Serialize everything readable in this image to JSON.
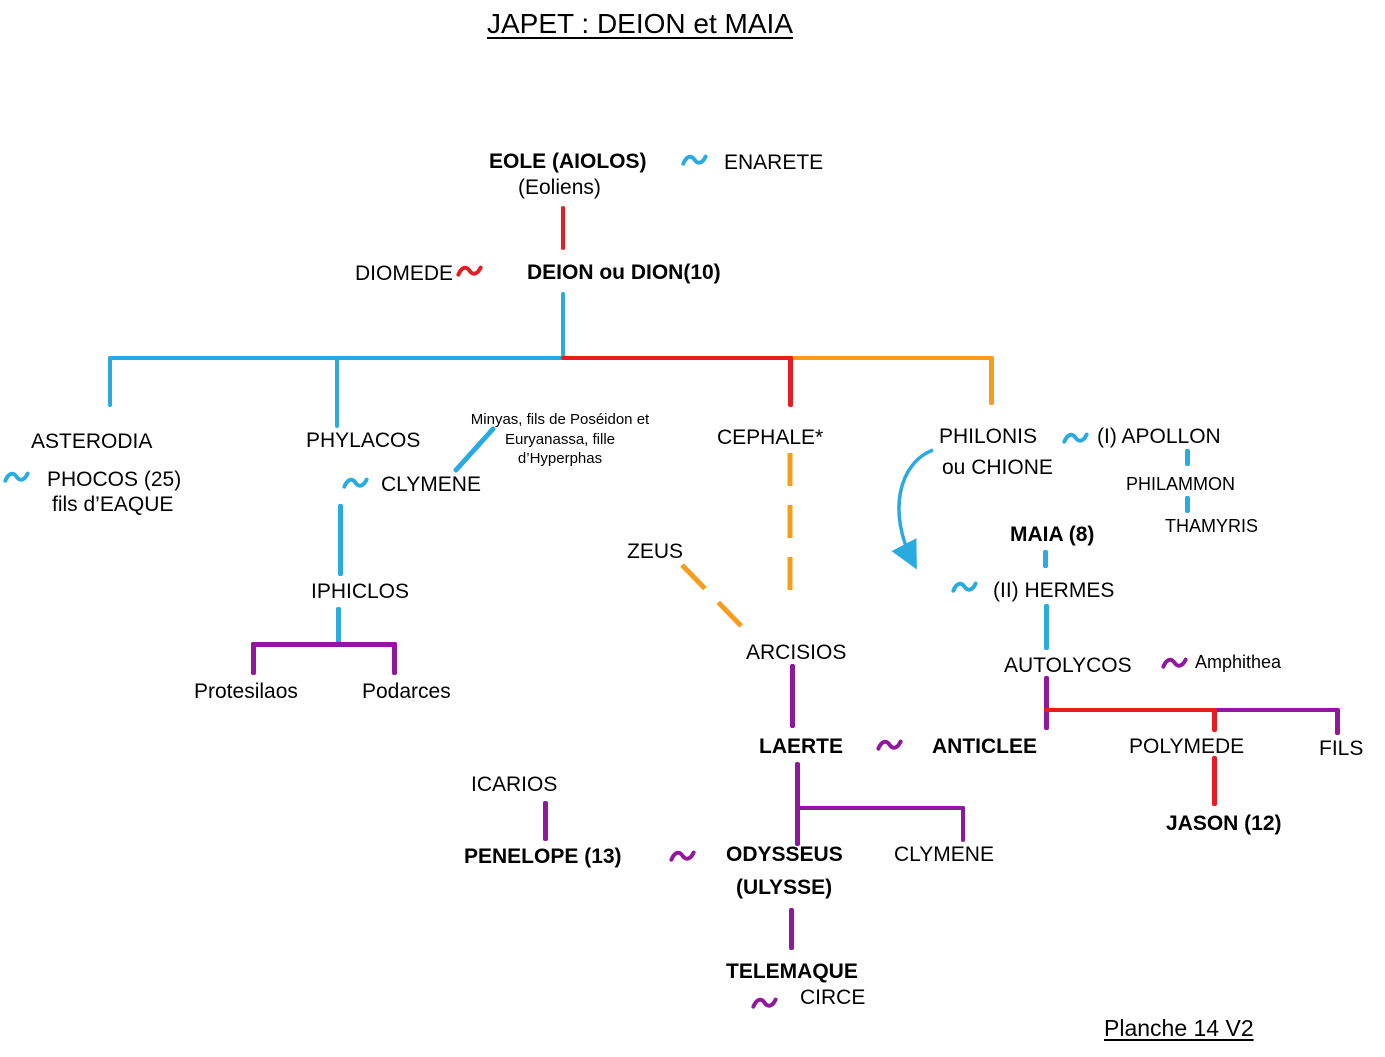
{
  "title": "JAPET : DEION et MAIA",
  "footer": "Planche 14 V2",
  "colors": {
    "blue": "#29ABE2",
    "red": "#E81B23",
    "orange": "#F79C1D",
    "purple": "#90189C"
  },
  "nodes": {
    "eole": "EOLE (AIOLOS)",
    "eoliens": "(Eoliens)",
    "enarete": "ENARETE",
    "diomede": "DIOMEDE",
    "deion": "DEION ou DION(10)",
    "asterodia": "ASTERODIA",
    "phocos": "PHOCOS (25)",
    "phocos_note": "fils d’EAQUE",
    "phylacos": "PHYLACOS",
    "clymene1": "CLYMENE",
    "minyas1": "Minyas, fils de Poséidon et",
    "minyas2": "Euryanassa, fille",
    "minyas3": "d’Hyperphas",
    "cephale": "CEPHALE*",
    "zeus": "ZEUS",
    "arcisios": "ARCISIOS",
    "philonis": "PHILONIS",
    "chione": "ou CHIONE",
    "apollon": "(I) APOLLON",
    "philammon": "PHILAMMON",
    "thamyris": "THAMYRIS",
    "maia": "MAIA (8)",
    "hermes": "(II) HERMES",
    "autolycos": "AUTOLYCOS",
    "amphithea": "Amphithea",
    "iphiclos": "IPHICLOS",
    "protesilaos": "Protesilaos",
    "podarces": "Podarces",
    "laerte": "LAERTE",
    "anticlee": "ANTICLEE",
    "polymede": "POLYMEDE",
    "fils": "FILS",
    "jason": "JASON (12)",
    "icarios": "ICARIOS",
    "penelope": "PENELOPE (13)",
    "odysseus": "ODYSSEUS",
    "ulysse": "(ULYSSE)",
    "clymene2": "CLYMENE",
    "telemaque": "TELEMAQUE",
    "circe": "CIRCE"
  }
}
